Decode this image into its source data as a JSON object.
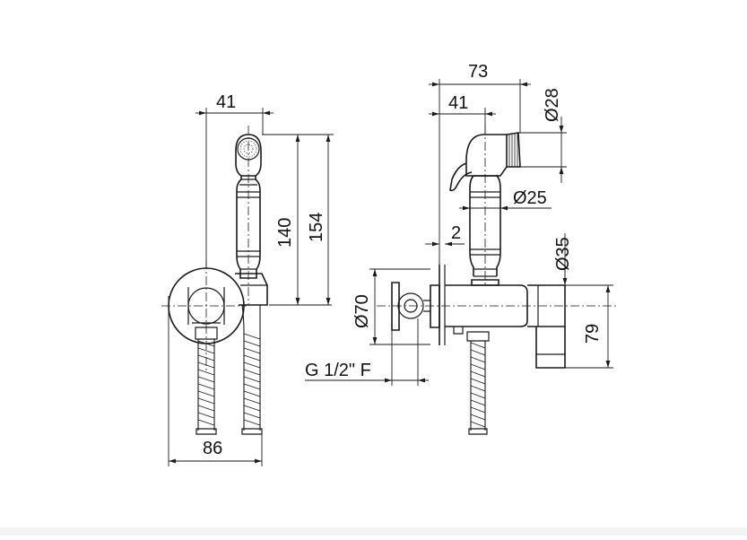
{
  "dimensions": {
    "front_width_top": "41",
    "front_height_hand": "140",
    "front_height_total": "154",
    "front_width_base": "86",
    "side_width_total": "73",
    "side_width_hand": "41",
    "side_dia_head": "Ø28",
    "side_dia_handle": "Ø25",
    "side_wall_gap": "2",
    "side_dia_elbow": "Ø35",
    "side_dia_flange": "Ø70",
    "side_height_elbow": "79",
    "side_thread": "G 1/2\" F"
  }
}
